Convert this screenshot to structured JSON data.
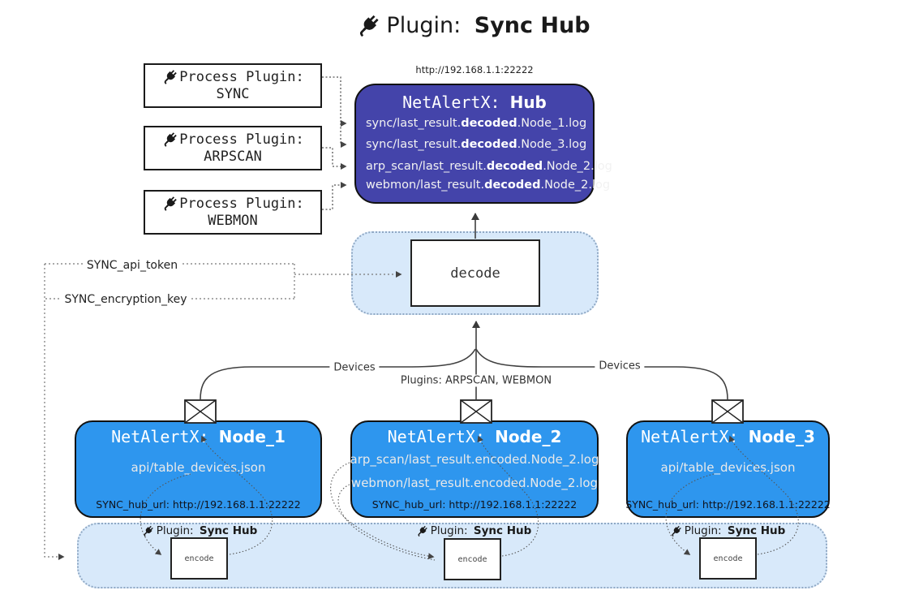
{
  "title": {
    "prefix": "Plugin: ",
    "name": "Sync Hub"
  },
  "process_plugins": [
    {
      "label": "Process Plugin:",
      "name": "SYNC"
    },
    {
      "label": "Process Plugin:",
      "name": "ARPSCAN"
    },
    {
      "label": "Process Plugin:",
      "name": "WEBMON"
    }
  ],
  "hub": {
    "url": "http://192.168.1.1:22222",
    "title_prefix": "NetAlertX: ",
    "title_name": "Hub",
    "files": [
      {
        "pre": "sync/last_result.",
        "bold": "decoded",
        "post": ".Node_1.log"
      },
      {
        "pre": "sync/last_result.",
        "bold": "decoded",
        "post": ".Node_3.log"
      },
      {
        "pre": "arp_scan/last_result.",
        "bold": "decoded",
        "post": ".Node_2.log"
      },
      {
        "pre": "webmon/last_result.",
        "bold": "decoded",
        "post": ".Node_2.log"
      }
    ]
  },
  "decode": {
    "label": "decode"
  },
  "config": {
    "api_token_label": "SYNC_api_token",
    "encryption_key_label": "SYNC_encryption_key"
  },
  "edges": {
    "devices_left": "Devices",
    "devices_right": "Devices",
    "plugins_middle": "Plugins: ARPSCAN, WEBMON"
  },
  "nodes": [
    {
      "title_prefix": "NetAlertX: ",
      "title_name": "Node_1",
      "files": [
        "api/table_devices.json"
      ],
      "hub_url": "SYNC_hub_url: http://192.168.1.1:22222"
    },
    {
      "title_prefix": "NetAlertX: ",
      "title_name": "Node_2",
      "files": [
        "arp_scan/last_result.encoded.Node_2.log",
        "webmon/last_result.encoded.Node_2.log"
      ],
      "hub_url": "SYNC_hub_url: http://192.168.1.1:22222"
    },
    {
      "title_prefix": "NetAlertX: ",
      "title_name": "Node_3",
      "files": [
        "api/table_devices.json"
      ],
      "hub_url": "SYNC_hub_url: http://192.168.1.1:22222"
    }
  ],
  "encoders": [
    {
      "plugin_prefix": "Plugin: ",
      "plugin_name": "Sync Hub",
      "label": "encode"
    },
    {
      "plugin_prefix": "Plugin: ",
      "plugin_name": "Sync Hub",
      "label": "encode"
    },
    {
      "plugin_prefix": "Plugin: ",
      "plugin_name": "Sync Hub",
      "label": "encode"
    }
  ],
  "colors": {
    "hub": "#4444aa",
    "node": "#2e96ee",
    "panel": "#d8e9fa",
    "panel_border": "#8fa8c4"
  }
}
